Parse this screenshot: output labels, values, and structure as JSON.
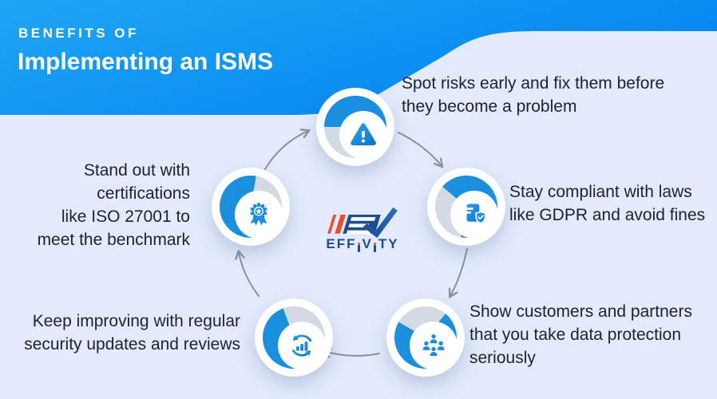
{
  "header": {
    "eyebrow": "BENEFITS OF",
    "title": "Implementing an ISMS"
  },
  "brand": {
    "name": "EFFIVITY",
    "wordmark_display": "EFFiViTY",
    "wordmark_parts": {
      "p1": "EFF",
      "p2": "V",
      "p3": "TY"
    },
    "emblem_icon": "ev-check-logo-icon"
  },
  "benefits": [
    {
      "id": "spot-risks",
      "position": "top",
      "icon": "warning-icon",
      "lines": [
        "Spot risks early and fix them before",
        "they become a problem"
      ]
    },
    {
      "id": "stay-compliant",
      "position": "right",
      "icon": "document-shield-icon",
      "lines": [
        "Stay compliant with laws",
        "like GDPR and avoid fines"
      ]
    },
    {
      "id": "show-customers",
      "position": "bottom-right",
      "icon": "users-group-icon",
      "lines": [
        "Show customers and partners",
        "that you take data protection",
        "seriously"
      ]
    },
    {
      "id": "keep-improving",
      "position": "bottom-left",
      "icon": "improve-cycle-icon",
      "lines": [
        "Keep improving with regular",
        "security updates and reviews"
      ]
    },
    {
      "id": "stand-out",
      "position": "left",
      "icon": "medal-icon",
      "lines": [
        "Stand out with",
        "certifications",
        "like ISO 27001 to",
        "meet the benchmark"
      ]
    }
  ],
  "flow": {
    "direction": "clockwise",
    "arrow_count": 5
  },
  "colors": {
    "background": "#e2eafb",
    "header_gradient_start": "#1ea6f4",
    "header_gradient_end": "#0584f0",
    "ring_blue": "#1a8fdd",
    "ring_gray": "#d3dae4",
    "icon_blue_light": "#2ba3ea",
    "icon_blue_dark": "#0d74cf",
    "arrow_gray": "#8b919b",
    "text_dark": "#1e222a",
    "logo_navy": "#1b4d8f",
    "logo_orange": "#e8502b"
  }
}
